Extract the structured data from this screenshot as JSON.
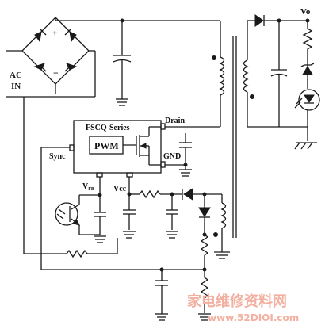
{
  "labels": {
    "ac_in_line1": "AC",
    "ac_in_line2": "IN",
    "chip_series": "FSCQ-Series",
    "pwm": "PWM",
    "drain": "Drain",
    "gnd": "GND",
    "sync": "Sync",
    "vfb": "V",
    "vfb_sub": "FB",
    "vcc": "Vcc",
    "vo": "Vo"
  },
  "watermark": {
    "text": "家电维修资料网",
    "url": "www.52DIOI.com",
    "color": "#f3b0a0"
  },
  "colors": {
    "line": "#1a1a1a",
    "background": "#ffffff"
  }
}
